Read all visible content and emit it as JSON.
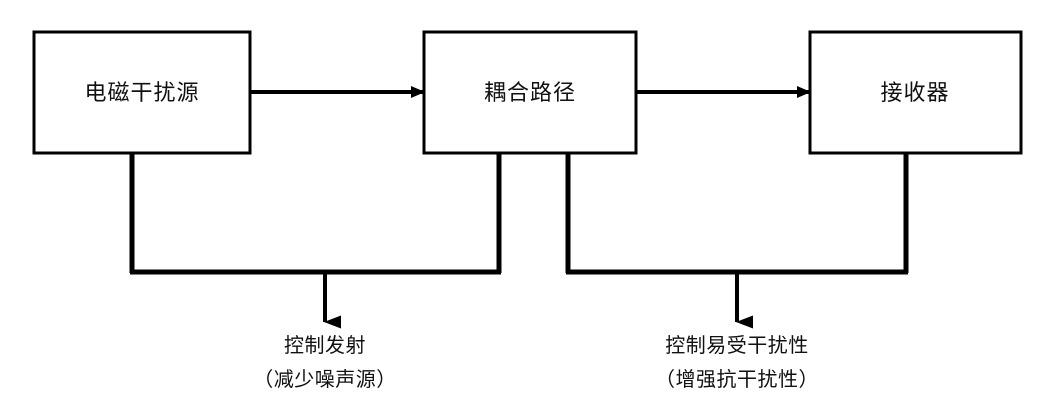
{
  "diagram": {
    "type": "block-flow",
    "title": "",
    "background_color": "#ffffff",
    "line_color": "#000000",
    "text_color": "#111111",
    "boxes": [
      {
        "id": "source",
        "label": "电磁干扰源"
      },
      {
        "id": "coupling",
        "label": "耦合路径"
      },
      {
        "id": "receiver",
        "label": "接收器"
      }
    ],
    "flow_arrows": [
      {
        "id": "source-to-coupling",
        "from": "source",
        "to": "coupling"
      },
      {
        "id": "coupling-to-receiver",
        "from": "coupling",
        "to": "receiver"
      }
    ],
    "captions": [
      {
        "id": "control-emission",
        "line1": "控制发射",
        "line2": "（减少噪声源）",
        "spans": [
          "source",
          "coupling"
        ]
      },
      {
        "id": "control-susceptibility",
        "line1": "控制易受干扰性",
        "line2": "（增强抗干扰性）",
        "spans": [
          "coupling",
          "receiver"
        ]
      }
    ]
  }
}
